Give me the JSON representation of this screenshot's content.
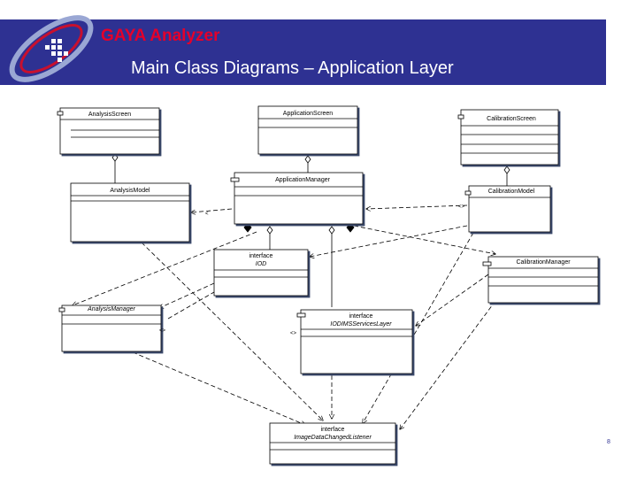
{
  "header": {
    "title": "GAYA Analyzer",
    "subtitle": "Main Class Diagrams – Application Layer"
  },
  "diagram": {
    "classes": {
      "analysis_screen": {
        "stereotype": "",
        "name": "AnalysisScreen"
      },
      "application_screen": {
        "stereotype": "",
        "name": "ApplicationScreen"
      },
      "calibration_screen": {
        "stereotype": "",
        "name": "CalibrationScreen"
      },
      "analysis_model": {
        "stereotype": "",
        "name": "AnalysisModel"
      },
      "application_manager": {
        "stereotype": "",
        "name": "ApplicationManager"
      },
      "calibration_model": {
        "stereotype": "",
        "name": "CalibrationModel"
      },
      "iod": {
        "stereotype": "interface",
        "name": "IOD"
      },
      "calibration_manager": {
        "stereotype": "",
        "name": "CalibrationManager"
      },
      "analysis_manager": {
        "stereotype": "",
        "name": "AnalysisManager"
      },
      "iodims_services_layer": {
        "stereotype": "interface",
        "name": "IODIMSServicesLayer"
      },
      "image_data_changed_listener": {
        "stereotype": "interface",
        "name": "ImageDataChangedListener"
      }
    },
    "arrow_labels": {
      "calibration_model": "<>",
      "analysis_manager": "<>",
      "iodims_services_layer": "<>",
      "analysis_model": "<"
    }
  },
  "footer": {
    "page_number": "8"
  },
  "colors": {
    "banner": "#2e3192",
    "title": "#e4002b",
    "subtitle": "#ffffff",
    "line": "#000000"
  }
}
